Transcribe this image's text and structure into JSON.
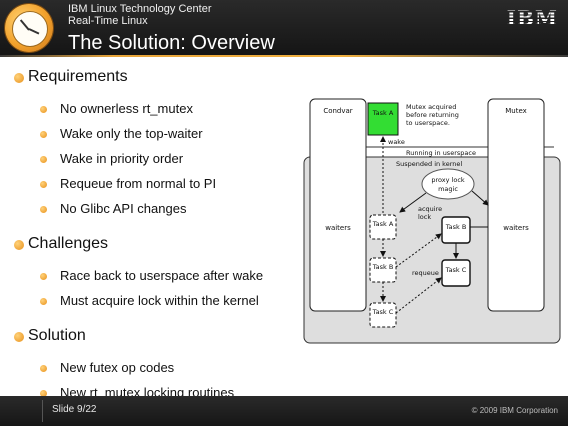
{
  "header": {
    "org_line1": "IBM Linux Technology Center",
    "org_line2": "Real-Time Linux",
    "title": "The Solution: Overview",
    "logo": "IBM"
  },
  "sections": [
    {
      "label": "Requirements",
      "items": [
        "No ownerless rt_mutex",
        "Wake only the top-waiter",
        "Wake in priority order",
        "Requeue from normal to PI",
        "No Glibc API changes"
      ]
    },
    {
      "label": "Challenges",
      "items": [
        "Race back to userspace after wake",
        "Must acquire lock within the kernel"
      ]
    },
    {
      "label": "Solution",
      "items": [
        "New futex op codes",
        "New rt_mutex locking routines"
      ]
    }
  ],
  "diagram": {
    "condvar": "Condvar",
    "mutex": "Mutex",
    "waiters_left": "waiters",
    "waiters_right": "waiters",
    "task_a_top": "Task A",
    "mutex_note": [
      "Mutex acquired",
      "before returning",
      "to userspace."
    ],
    "wake": "wake",
    "running": "Running in userspace",
    "suspended": "Suspended in kernel",
    "cloud": [
      "proxy lock",
      "magic"
    ],
    "acquire": [
      "acquire",
      "lock"
    ],
    "task_a": "Task A",
    "task_b_left": "Task B",
    "task_c_left": "Task C",
    "task_b_right": "Task B",
    "task_c_right": "Task C",
    "requeue": "requeue"
  },
  "footer": {
    "slide": "Slide 9/22",
    "copyright": "© 2009 IBM Corporation"
  },
  "colors": {
    "accent": "#f0a030",
    "highlight_task": "#33dd33"
  },
  "icons": [
    "clock-logo-icon",
    "ibm-logo"
  ]
}
